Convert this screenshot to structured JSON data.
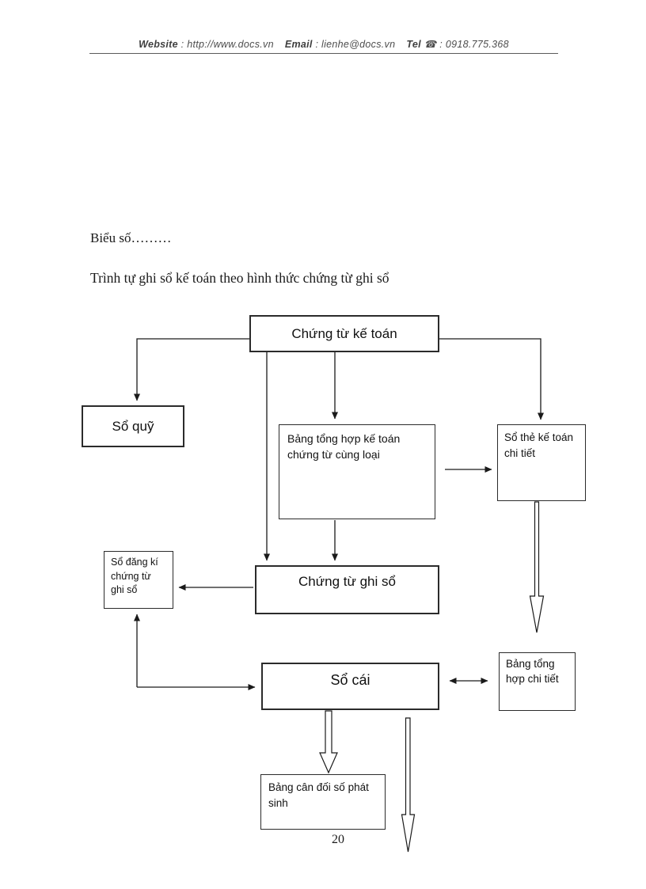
{
  "header": {
    "website_label": "Website",
    "website_value": " : http://www.docs.vn",
    "email_label": "Email",
    "email_value": " : lienhe@docs.vn",
    "tel_label": "Tel",
    "phone_icon": "☎",
    "tel_value": " : 0918.775.368"
  },
  "document": {
    "figure_caption": "Biểu số………",
    "title": "Trình tự ghi sổ kế toán theo hình thức chứng từ ghi sổ",
    "page_number": "20"
  },
  "diagram": {
    "nodes": {
      "chung_tu_ke_toan": {
        "label": "Chứng từ kế toán"
      },
      "so_quy": {
        "label": "Sổ quỹ"
      },
      "bang_tong_hop_ke_toan": {
        "label": "Bảng tổng hợp kế toán chứng từ cùng loại"
      },
      "so_the_ke_toan": {
        "label": "Sổ thẻ kế toán chi tiết"
      },
      "so_dang_ki": {
        "label": "Sổ đăng kí chứng từ ghi sổ"
      },
      "chung_tu_ghi_so": {
        "label": "Chứng từ ghi sổ"
      },
      "so_cai": {
        "label": "Sổ cái"
      },
      "bang_tong_hop_chi_tiet": {
        "label": "Bảng tổng hợp chi tiết"
      },
      "bang_can_doi": {
        "label": "Bảng cân đối số phát sinh"
      }
    },
    "colors": {
      "line": "#1a1a1a",
      "box_border": "#2b2b2b",
      "background": "#ffffff"
    }
  }
}
